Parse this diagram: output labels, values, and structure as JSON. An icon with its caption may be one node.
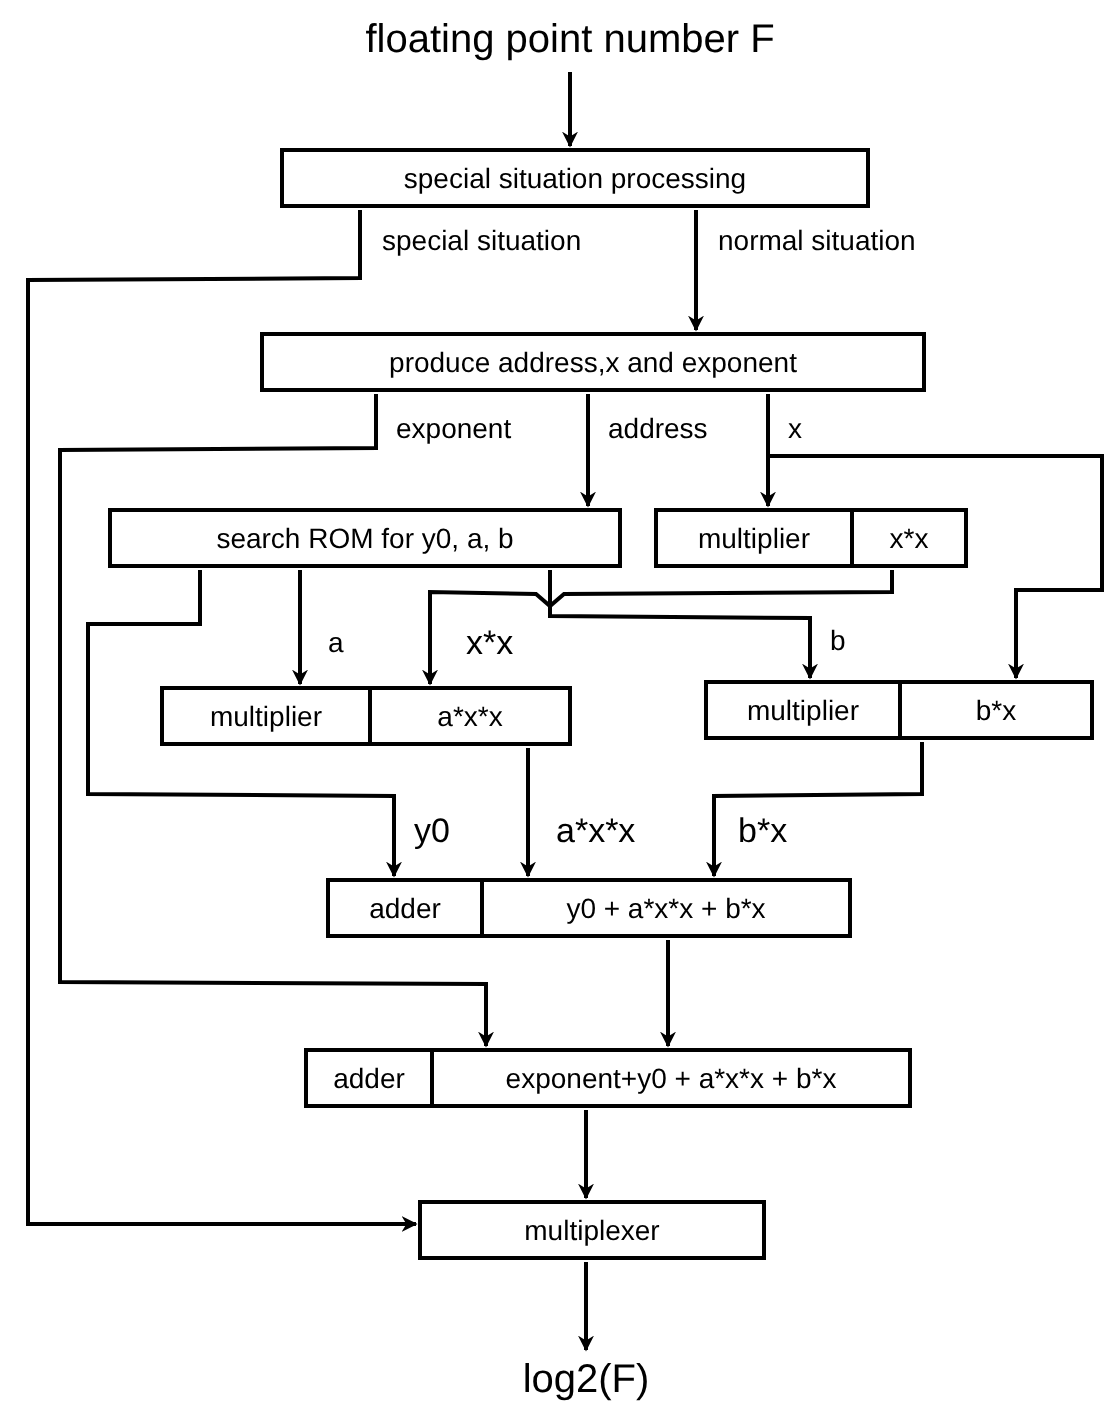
{
  "diagram": {
    "nodes": [
      {
        "text": [
          "floating point number F"
        ]
      },
      {
        "text": [
          "special situation processing"
        ]
      },
      {
        "text": [
          "produce address,x and exponent"
        ]
      },
      {
        "text": [
          "search ROM for y0, a, b"
        ]
      },
      {
        "text": [
          "multiplier",
          "x*x"
        ]
      },
      {
        "text": [
          "multiplier",
          "a*x*x"
        ]
      },
      {
        "text": [
          "multiplier",
          "b*x"
        ]
      },
      {
        "text": [
          "adder",
          "y0 + a*x*x + b*x"
        ]
      },
      {
        "text": [
          "adder",
          "exponent+y0 + a*x*x + b*x"
        ]
      },
      {
        "text": [
          "multiplexer"
        ]
      },
      {
        "text": [
          "log2(F)"
        ]
      }
    ],
    "edges": [
      {
        "from": 0,
        "to": 1,
        "arrow": "to"
      },
      {
        "from": 1,
        "to": 9,
        "arrow": "to",
        "label": "special situation"
      },
      {
        "from": 1,
        "to": 2,
        "arrow": "to",
        "label": "normal situation"
      },
      {
        "from": 2,
        "to": 8,
        "arrow": "to",
        "label": "exponent"
      },
      {
        "from": 2,
        "to": 3,
        "arrow": "to",
        "label": "address"
      },
      {
        "from": 2,
        "to": 4,
        "arrow": "to",
        "label": "x"
      },
      {
        "from": 2,
        "to": 6,
        "arrow": "to"
      },
      {
        "from": 3,
        "to": 5,
        "arrow": "to",
        "label": "a"
      },
      {
        "from": 4,
        "to": 5,
        "arrow": "to",
        "label": "x*x"
      },
      {
        "from": 3,
        "to": 6,
        "arrow": "to",
        "label": "b"
      },
      {
        "from": 3,
        "to": 7,
        "arrow": "to",
        "label": "y0"
      },
      {
        "from": 5,
        "to": 7,
        "arrow": "to",
        "label": "a*x*x"
      },
      {
        "from": 6,
        "to": 7,
        "arrow": "to",
        "label": "b*x"
      },
      {
        "from": 7,
        "to": 8,
        "arrow": "to"
      },
      {
        "from": 8,
        "to": 9,
        "arrow": "to"
      },
      {
        "from": 9,
        "to": 10,
        "arrow": "to"
      }
    ]
  }
}
